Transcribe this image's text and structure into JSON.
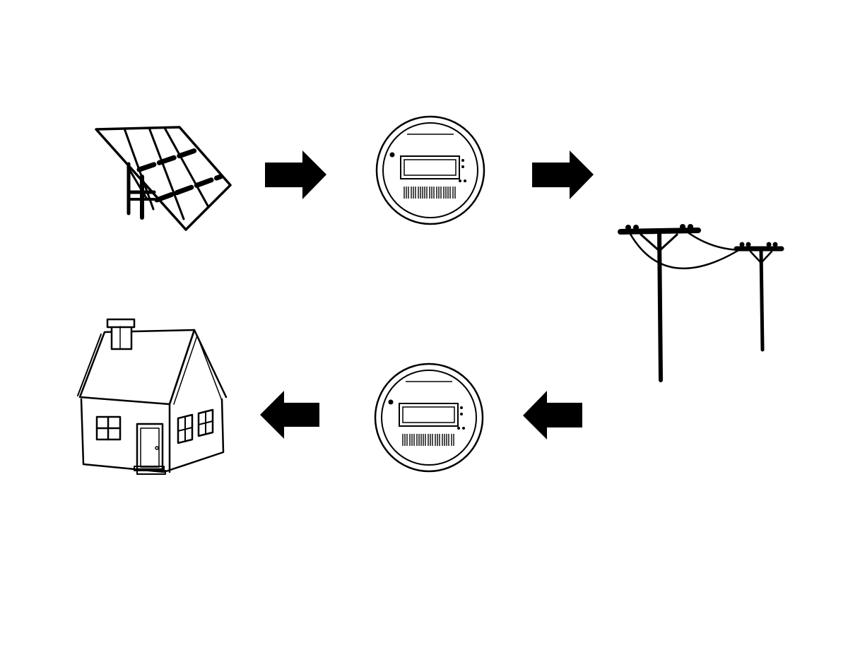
{
  "diagram": {
    "type": "energy-flow",
    "colors": {
      "background": "#ffffff",
      "ink": "#000000"
    },
    "nodes": [
      {
        "id": "solar-panel",
        "icon": "solar-panel-icon"
      },
      {
        "id": "meter-top",
        "icon": "electric-meter-icon"
      },
      {
        "id": "power-lines",
        "icon": "utility-pole-icon"
      },
      {
        "id": "meter-bottom",
        "icon": "electric-meter-icon"
      },
      {
        "id": "house",
        "icon": "house-icon"
      }
    ],
    "flow": [
      {
        "from": "solar-panel",
        "to": "meter-top",
        "direction": "right"
      },
      {
        "from": "meter-top",
        "to": "power-lines",
        "direction": "right"
      },
      {
        "from": "power-lines",
        "to": "meter-bottom",
        "direction": "left"
      },
      {
        "from": "meter-bottom",
        "to": "house",
        "direction": "left"
      }
    ]
  }
}
